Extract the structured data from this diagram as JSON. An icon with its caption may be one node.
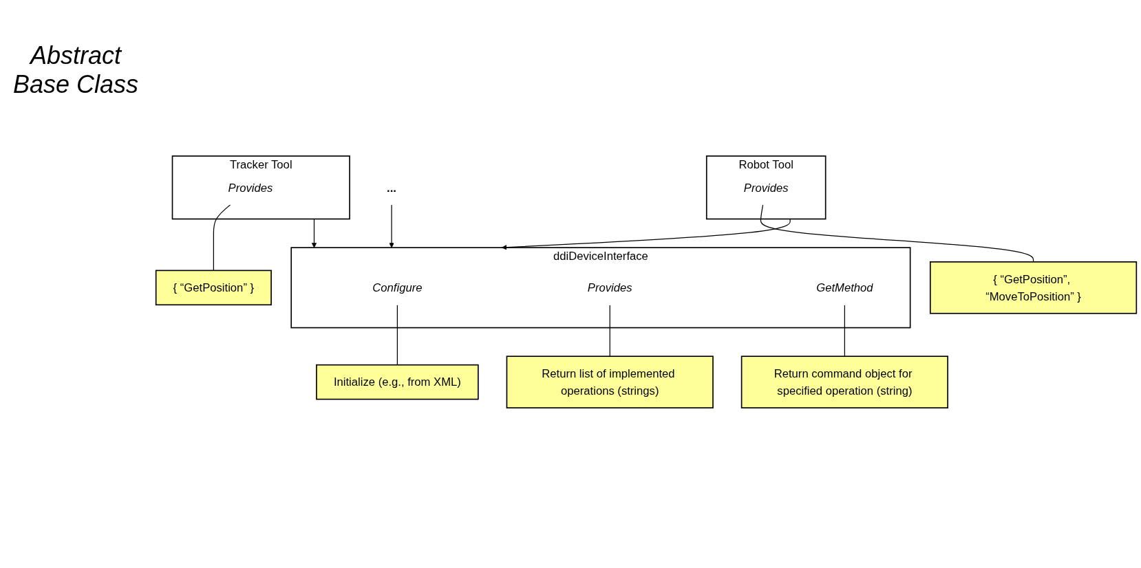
{
  "diagram": {
    "nodes": [
      {
        "text": [
          "ddiDeviceInterface"
        ]
      },
      {
        "text": [
          "Configure"
        ],
        "in": 0
      },
      {
        "text": [
          "Provides"
        ],
        "in": 0
      },
      {
        "text": [
          "GetMethod"
        ],
        "in": 0
      },
      {
        "text": [
          "Initialize (e.g., from XML)"
        ]
      },
      {
        "text": [
          "Return list of implemented operations (strings)"
        ]
      },
      {
        "text": [
          "Return command object for specified operation (string)"
        ]
      },
      {
        "text": [
          "Tracker Tool"
        ]
      },
      {
        "text": [
          "Provides"
        ],
        "in": 7
      },
      {
        "text": [
          "Robot Tool"
        ]
      },
      {
        "text": [
          "Provides"
        ],
        "in": 9
      },
      {
        "text": [
          "..."
        ]
      },
      {
        "text": [
          "{ “GetPosition” }"
        ]
      },
      {
        "text": [
          "{ “GetPosition”, “MoveToPosition” }"
        ]
      }
    ],
    "edges": [
      {
        "from": 1,
        "to": 4,
        "arrow": "none"
      },
      {
        "from": 2,
        "to": 5,
        "arrow": "none"
      },
      {
        "from": 3,
        "to": 6,
        "arrow": "none"
      },
      {
        "from": 7,
        "to": 0,
        "arrow": "to"
      },
      {
        "from": 9,
        "to": 0,
        "arrow": "to"
      },
      {
        "from": 11,
        "to": 0,
        "arrow": "to"
      },
      {
        "from": 8,
        "to": 12,
        "arrow": "none"
      },
      {
        "from": 10,
        "to": 13,
        "arrow": "none"
      }
    ],
    "labels": [
      "Abstract Base Class"
    ]
  }
}
